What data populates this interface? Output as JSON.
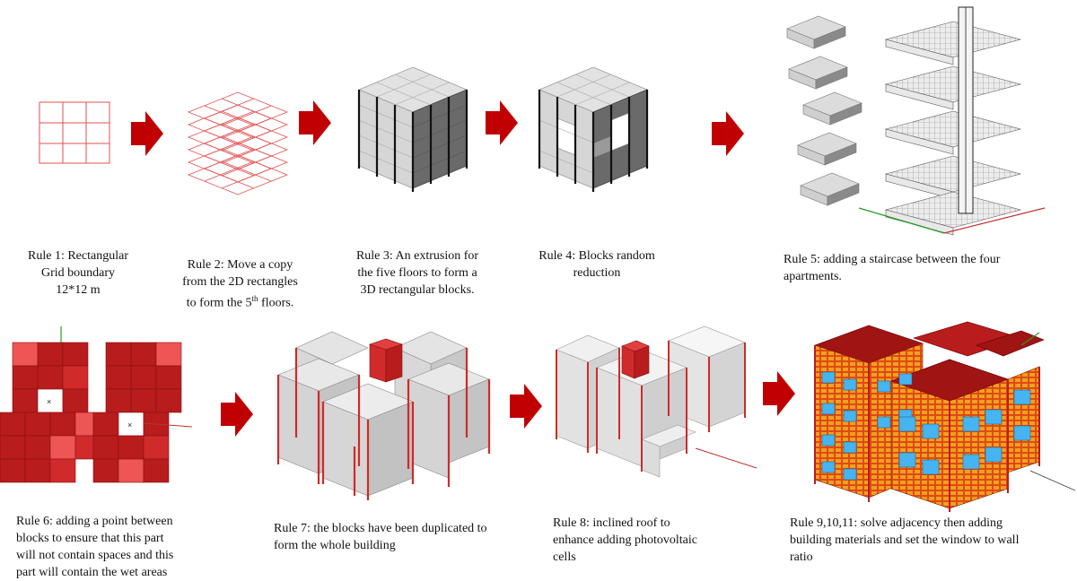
{
  "rules": [
    {
      "id": "rule1",
      "caption": [
        "Rule 1: Rectangular",
        "Grid boundary",
        "12*12 m"
      ]
    },
    {
      "id": "rule2",
      "caption": [
        "Rule 2: Move a copy",
        "from the 2D rectangles",
        "to form the 5th floors."
      ]
    },
    {
      "id": "rule3",
      "caption": [
        "Rule 3: An extrusion for",
        "the five floors to form a",
        "3D rectangular blocks."
      ]
    },
    {
      "id": "rule4",
      "caption": [
        "Rule 4: Blocks random",
        "reduction"
      ]
    },
    {
      "id": "rule5",
      "caption": [
        "Rule 5: adding a staircase between the four",
        "apartments."
      ]
    },
    {
      "id": "rule6",
      "caption": [
        "Rule 6: adding a point between",
        "blocks to  ensure that this part",
        "will not contain spaces and this",
        "part will contain the wet areas"
      ]
    },
    {
      "id": "rule7",
      "caption": [
        "Rule 7: the blocks have been duplicated to",
        "form the whole building"
      ]
    },
    {
      "id": "rule8",
      "caption": [
        "Rule 8: inclined roof to",
        "enhance adding photovoltaic",
        "cells"
      ]
    },
    {
      "id": "rule9",
      "caption": [
        "Rule 9,10,11: solve adjacency then adding",
        "building materials and set the window to wall",
        "ratio"
      ]
    }
  ],
  "colors": {
    "arrow": "#c00000",
    "grid_line": "#e05050",
    "block_face": "#d8d8d8",
    "block_dark": "#6e6e6e",
    "red_dark": "#b81c1c",
    "red_mid": "#d02a2a",
    "red_light": "#ee5555",
    "window": "#46b4f0"
  }
}
